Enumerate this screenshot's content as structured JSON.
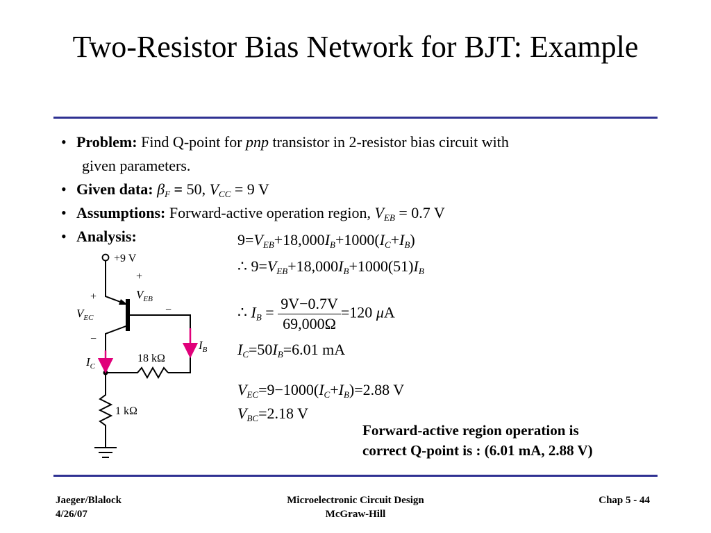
{
  "slide": {
    "title": "Two-Resistor Bias Network for BJT: Example",
    "problem": {
      "label": "Problem:",
      "text_1": " Find Q-point for ",
      "text_italic": "pnp",
      "text_2": " transistor in 2-resistor bias circuit with",
      "text_3": "given parameters."
    },
    "given": {
      "label": "Given data: ",
      "beta_symbol": "β",
      "beta_sub": "F",
      "eq": " = ",
      "beta_value": "50, ",
      "vcc_symbol": "V",
      "vcc_sub": "CC",
      "vcc_value": " = 9 V"
    },
    "assumptions": {
      "label": "Assumptions:",
      "text": " Forward-active operation region, ",
      "veb_symbol": "V",
      "veb_sub": "EB",
      "veb_value": " = 0.7 V"
    },
    "analysis": {
      "label": "Analysis:"
    },
    "equations": {
      "eq1": {
        "a": "9=",
        "b": "+18,000",
        "c": "+1000(",
        "d": "+",
        "e": ")"
      },
      "eq2": {
        "a": "∴ 9=",
        "b": "+18,000",
        "c": "+1000(51)"
      },
      "eq3": {
        "a": "∴ ",
        "b": " =",
        "num": "9V−0.7V",
        "den": "69,000Ω",
        "c": "=120 ",
        "mu": "μ",
        "unit": "A"
      },
      "eq4": {
        "a": "=50",
        "b": "=6.01 mA"
      },
      "eq5": {
        "a": "=9−1000(",
        "b": "+",
        "c": ")=2.88 V"
      },
      "eq6": {
        "a": "=2.18 V"
      },
      "sym": {
        "V": "V",
        "I": "I"
      },
      "sub": {
        "EB": "EB",
        "B": "B",
        "C": "C",
        "EC": "EC",
        "BC": "BC"
      }
    },
    "conclusion": {
      "line1": "Forward-active region operation is",
      "line2": "correct Q-point is : (6.01 mA, 2.88 V)"
    },
    "circuit": {
      "supply": "+9 V",
      "veb_label": "V",
      "veb_sub": "EB",
      "vec_label": "V",
      "vec_sub": "EC",
      "plus": "+",
      "minus": "−",
      "ib_label": "I",
      "ib_sub": "B",
      "ic_label": "I",
      "ic_sub": "C",
      "r_feedback": "18 kΩ",
      "r_collector": "1 kΩ",
      "arrow_color": "#e0007a"
    },
    "footer": {
      "left_1": "Jaeger/Blalock",
      "left_2": "4/26/07",
      "center_1": "Microelectronic Circuit Design",
      "center_2": "McGraw-Hill",
      "right": "Chap 5 - 44"
    }
  }
}
